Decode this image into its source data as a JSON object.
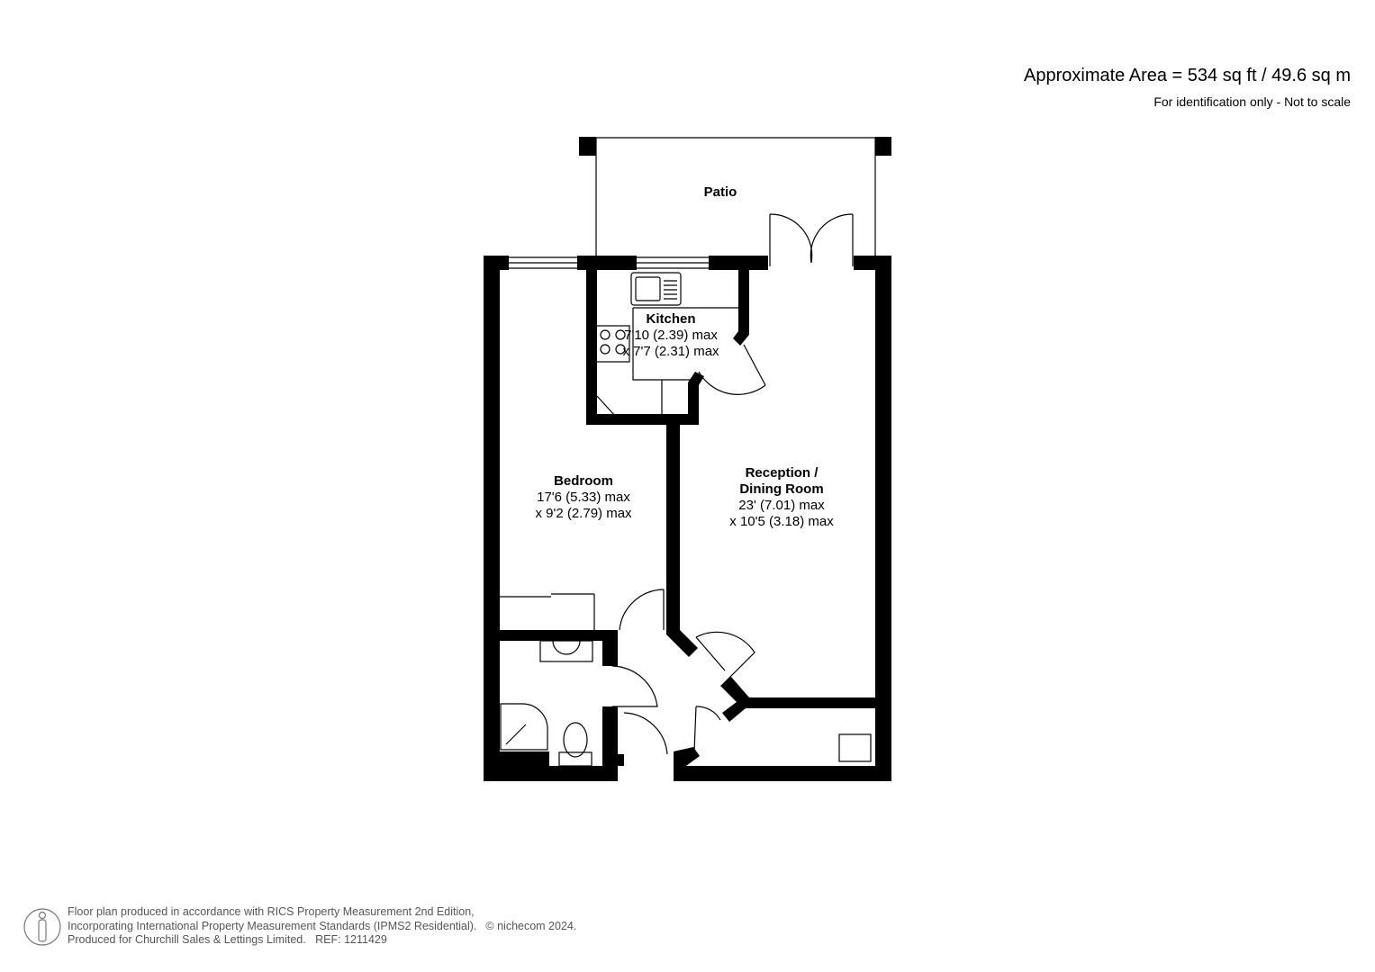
{
  "header": {
    "area": "Approximate Area = 534 sq ft / 49.6 sq m",
    "note": "For identification only - Not to scale"
  },
  "rooms": {
    "patio": {
      "name": "Patio"
    },
    "kitchen": {
      "name": "Kitchen",
      "dim1": "7'10 (2.39) max",
      "dim2": "x 7'7 (2.31) max"
    },
    "bedroom": {
      "name": "Bedroom",
      "dim1": "17'6 (5.33) max",
      "dim2": "x 9'2 (2.79) max"
    },
    "reception": {
      "name1": "Reception /",
      "name2": "Dining Room",
      "dim1": "23' (7.01) max",
      "dim2": "x 10'5 (3.18) max"
    }
  },
  "footer": {
    "line1": "Floor plan produced in accordance with RICS Property Measurement 2nd Edition,",
    "line2": "Incorporating International Property Measurement Standards (IPMS2 Residential).",
    "copyright": "© nichecom 2024.",
    "line3": "Produced for Churchill Sales & Lettings Limited.   REF: 1211429",
    "icon": "person-icon"
  },
  "colors": {
    "wall": "#000000",
    "footer_text": "#555555"
  }
}
